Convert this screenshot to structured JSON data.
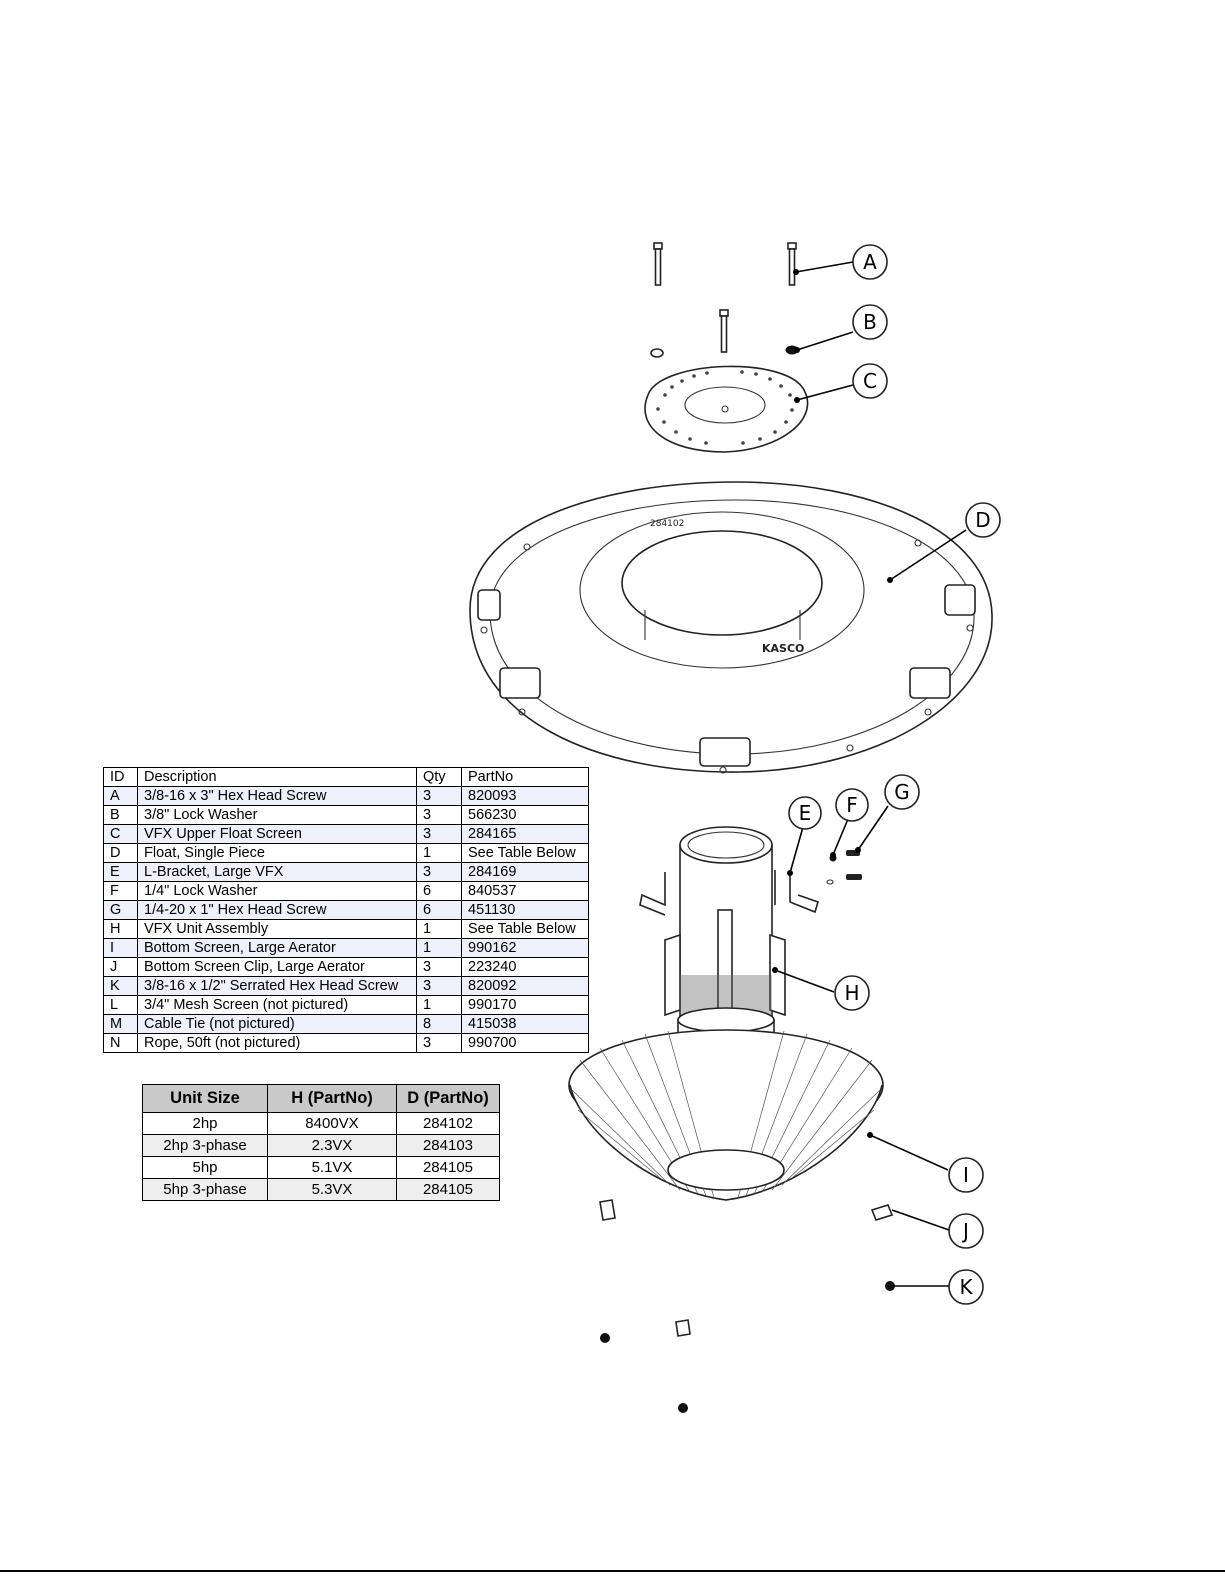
{
  "parts_table": {
    "headers": [
      "ID",
      "Description",
      "Qty",
      "PartNo"
    ],
    "rows": [
      [
        "A",
        "3/8-16 x 3\" Hex Head Screw",
        "3",
        "820093"
      ],
      [
        "B",
        "3/8\" Lock Washer",
        "3",
        "566230"
      ],
      [
        "C",
        "VFX Upper Float Screen",
        "3",
        "284165"
      ],
      [
        "D",
        "Float, Single Piece",
        "1",
        "See Table Below"
      ],
      [
        "E",
        "L-Bracket, Large VFX",
        "3",
        "284169"
      ],
      [
        "F",
        "1/4\" Lock Washer",
        "6",
        "840537"
      ],
      [
        "G",
        "1/4-20 x 1\" Hex Head Screw",
        "6",
        "451130"
      ],
      [
        "H",
        "VFX Unit Assembly",
        "1",
        "See Table Below"
      ],
      [
        "I",
        "Bottom Screen, Large Aerator",
        "1",
        "990162"
      ],
      [
        "J",
        "Bottom Screen Clip, Large Aerator",
        "3",
        "223240"
      ],
      [
        "K",
        "3/8-16 x 1/2\" Serrated Hex Head Screw",
        "3",
        "820092"
      ],
      [
        "L",
        "3/4\" Mesh Screen (not pictured)",
        "1",
        "990170"
      ],
      [
        "M",
        "Cable Tie (not pictured)",
        "8",
        "415038"
      ],
      [
        "N",
        "Rope, 50ft (not pictured)",
        "3",
        "990700"
      ]
    ]
  },
  "unit_table": {
    "headers": [
      "Unit Size",
      "H (PartNo)",
      "D (PartNo)"
    ],
    "rows": [
      [
        "2hp",
        "8400VX",
        "284102"
      ],
      [
        "2hp 3-phase",
        "2.3VX",
        "284103"
      ],
      [
        "5hp",
        "5.1VX",
        "284105"
      ],
      [
        "5hp 3-phase",
        "5.3VX",
        "284105"
      ]
    ]
  },
  "callouts": {
    "A": "A",
    "B": "B",
    "C": "C",
    "D": "D",
    "E": "E",
    "F": "F",
    "G": "G",
    "H": "H",
    "I": "I",
    "J": "J",
    "K": "K"
  }
}
